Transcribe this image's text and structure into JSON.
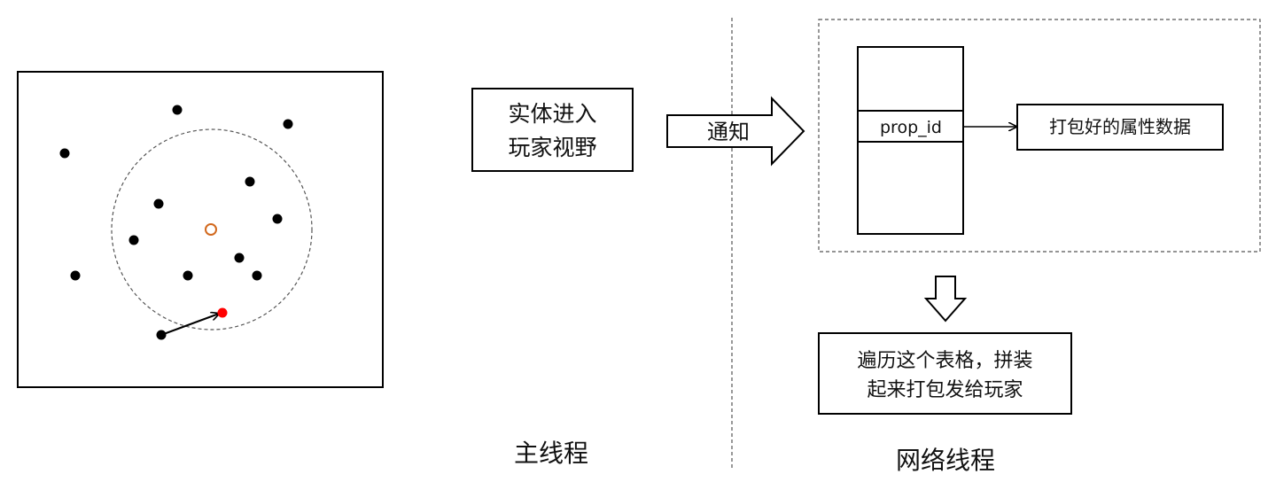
{
  "main_thread": {
    "label": "主线程",
    "event_box": {
      "line1": "实体进入",
      "line2": "玩家视野"
    },
    "notify_label": "通知"
  },
  "network_thread": {
    "label": "网络线程",
    "table_field": "prop_id",
    "packed_data_label": "打包好的属性数据",
    "action_box": {
      "line1": "遍历这个表格，拼装",
      "line2": "起来打包发给玩家"
    }
  },
  "colors": {
    "stroke": "#000000",
    "entity_dot": "#000000",
    "entering_entity": "#ff0000",
    "player_marker": "#d2691e",
    "dashed": "#555555"
  }
}
